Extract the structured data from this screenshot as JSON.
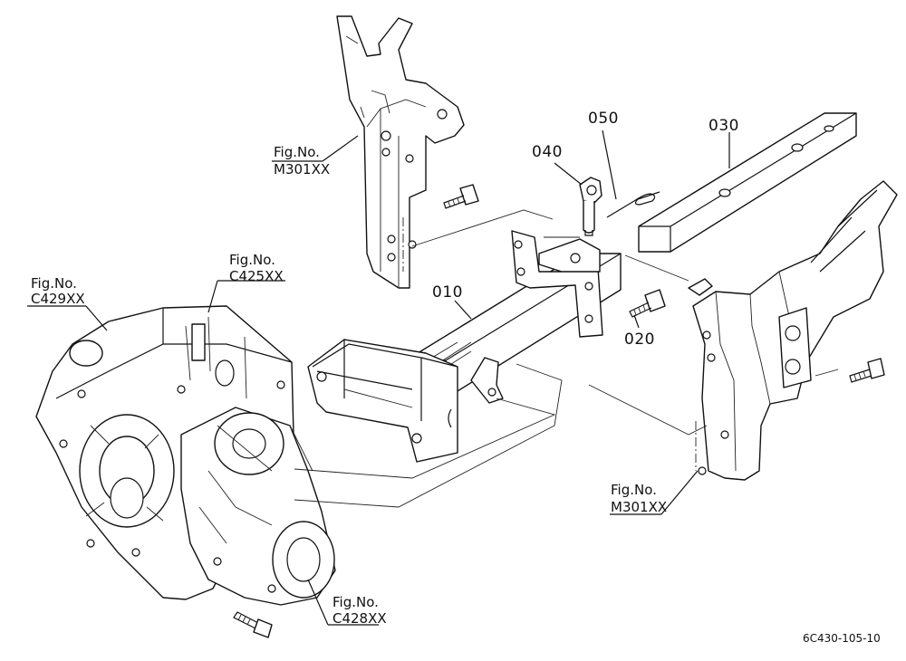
{
  "diagram": {
    "part_numbers": {
      "p010": "010",
      "p020": "020",
      "p030": "030",
      "p040": "040",
      "p050": "050"
    },
    "references": {
      "fig_label": "Fig.No.",
      "m301_top": "M301XX",
      "m301_right": "M301XX",
      "c429": "C429XX",
      "c425": "C425XX",
      "c428": "C428XX"
    },
    "drawing_code": "6C430-105-10"
  }
}
